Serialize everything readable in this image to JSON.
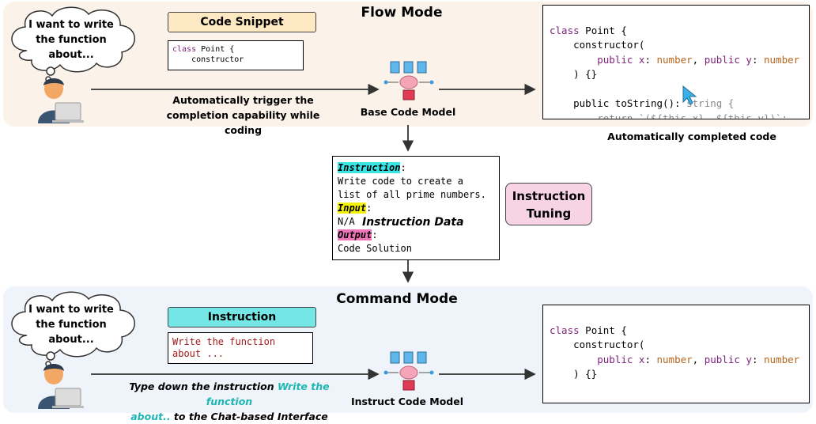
{
  "flow": {
    "title": "Flow Mode",
    "thought": [
      "I want to write",
      "the function",
      "about..."
    ],
    "snippet_label": "Code Snippet",
    "snippet_code": {
      "kw": "class",
      "rest": " Point {",
      "line2": "    constructor"
    },
    "caption": [
      "Automatically trigger the",
      "completion capability while coding"
    ],
    "model_label": "Base Code Model",
    "output_caption": "Automatically completed code",
    "code": {
      "l1_kw": "class",
      "l1_rest": " Point {",
      "l2": "    constructor(",
      "l3_kw1": "public",
      "l3_p1": "x",
      "l3_t1": "number",
      "l3_kw2": "public",
      "l3_p2": "y",
      "l3_t2": "number",
      "l4": "    ) {}",
      "l5_kw": "public",
      "l5_fn": " toString():",
      "l5_type": " string {",
      "l6": "        return `(${this.x}, ${this.y})`;",
      "l7": "    }"
    }
  },
  "instruction_data": {
    "instruction_key": "Instruction",
    "instruction_text": [
      "Write code to create a",
      "list of all prime numbers."
    ],
    "input_key": "Input",
    "input_text": "N/A",
    "output_key": "Output",
    "output_text": "Code Solution",
    "label": "Instruction Data"
  },
  "tuning": {
    "label": [
      "Instruction",
      "Tuning"
    ]
  },
  "command": {
    "title": "Command Mode",
    "thought": [
      "I want to write",
      "the function",
      "about..."
    ],
    "instruction_label": "Instruction",
    "instruction_code": [
      "Write the function",
      "about ..."
    ],
    "caption_a": "Type down the instruction ",
    "caption_b": "Write the function",
    "caption_c": "about..",
    "caption_d": " to the Chat-based Interface",
    "model_label": "Instruct Code Model",
    "code": {
      "l1_kw": "class",
      "l1_rest": " Point {",
      "l2": "    constructor(",
      "l3_kw1": "public",
      "l3_p1": "x",
      "l3_t1": "number",
      "l3_kw2": "public",
      "l3_p2": "y",
      "l3_t2": "number",
      "l4": "    ) {}",
      "l5": "...."
    }
  },
  "colors": {
    "flow_band": "#fbf2ea",
    "command_band": "#eef4f9",
    "snippet_label": "#fde8c4",
    "instruction_label": "#74e6e6",
    "tuning": "#f7d3e4",
    "teal_text": "#1fb5b5"
  }
}
